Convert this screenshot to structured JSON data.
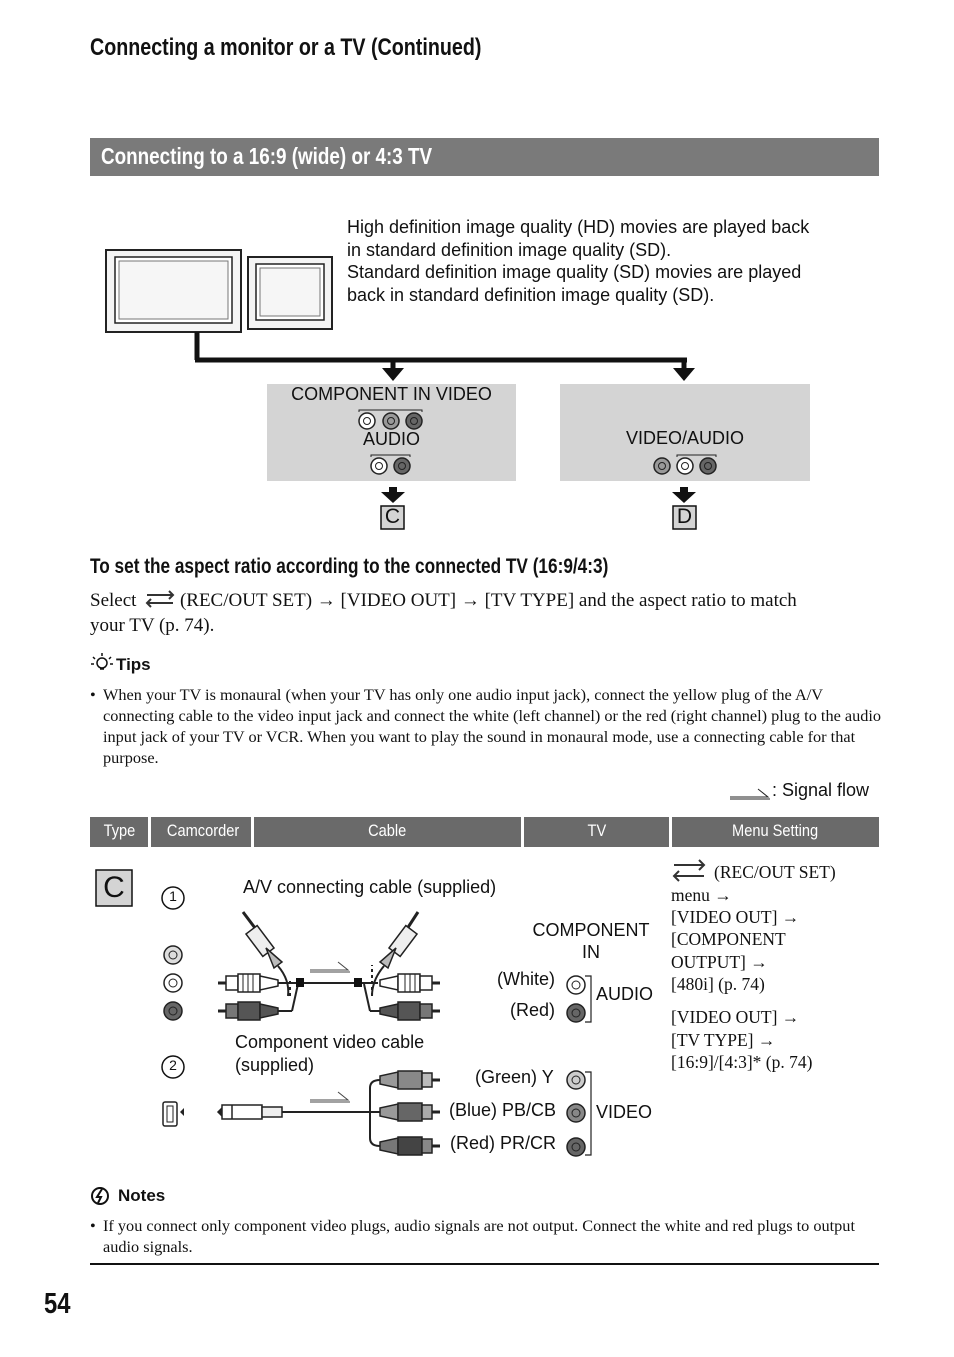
{
  "header": {
    "title": "Connecting a monitor or a TV (Continued)"
  },
  "section": {
    "title": "Connecting to a 16:9 (wide) or 4:3 TV"
  },
  "diagram": {
    "description_lines": [
      "High definition image quality (HD) movies are played back",
      "in standard definition image quality (SD).",
      "Standard definition image quality (SD) movies are played",
      "back in standard definition image quality (SD)."
    ],
    "box_c": {
      "line1": "COMPONENT IN VIDEO",
      "line2": "AUDIO",
      "letter": "C"
    },
    "box_d": {
      "line1": "VIDEO/AUDIO",
      "letter": "D"
    }
  },
  "aspect": {
    "heading": "To set the aspect ratio according to the connected TV (16:9/4:3)",
    "select_word": "Select",
    "select_rest_1": "(REC/OUT SET) → [VIDEO OUT] → [TV TYPE] and the aspect ratio to match",
    "select_rest_2": "your TV (p. 74)."
  },
  "tips": {
    "heading": "Tips",
    "bullet": "•",
    "text": "When your TV is monaural (when your TV has only one audio input jack), connect the yellow plug of the A/V connecting cable to the video input jack and connect the white (left channel) or the red (right channel) plug to the audio input jack of your TV or VCR. When you want to play the sound in monaural mode, use a connecting cable for that purpose."
  },
  "legend": {
    "signal_flow": ": Signal flow"
  },
  "table": {
    "headers": [
      "Type",
      "Camcorder",
      "Cable",
      "TV",
      "Menu Setting"
    ],
    "type_letter": "C",
    "row1_number": "1",
    "row2_number": "2",
    "av_cable": "A/V connecting cable (supplied)",
    "component_cable_1": "Component video cable",
    "component_cable_2": "(supplied)",
    "tv_component_1": "COMPONENT",
    "tv_component_2": "IN",
    "tv_white": "(White)",
    "tv_red": "(Red)",
    "tv_audio": "AUDIO",
    "tv_green": "(Green) Y",
    "tv_blue": "(Blue) PB/CB",
    "tv_red2": "(Red) PR/CR",
    "tv_video": "VIDEO",
    "menu_lines_1": [
      "(REC/OUT SET)",
      "menu →",
      "[VIDEO OUT] →",
      "[COMPONENT",
      "OUTPUT] →",
      "[480i] (p. 74)"
    ],
    "menu_lines_2": [
      "[VIDEO OUT] →",
      "[TV TYPE] →",
      "[16:9]/[4:3]* (p. 74)"
    ]
  },
  "notes": {
    "heading": "Notes",
    "bullet": "•",
    "text": "If you connect only component video plugs, audio signals are not output. Connect the white and red plugs to output audio signals."
  },
  "page_number": "54"
}
